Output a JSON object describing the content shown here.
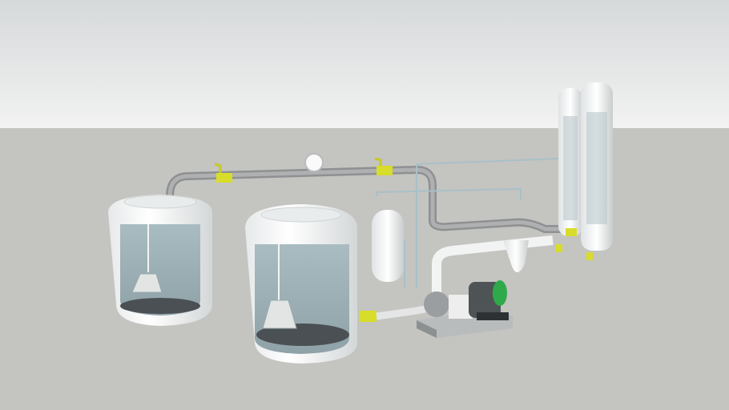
{
  "scene": {
    "colors": {
      "sky_top": "#d6d9da",
      "sky_horizon": "#f2f2f2",
      "ground": "#c4c4c1",
      "tank_shell": "#f4f6f6",
      "tank_glass": "#9fb3b8",
      "pipe": "#9a9c9e",
      "valve": "#d8dc2a",
      "motor": "#555a5c",
      "motor_cap": "#2faa4a"
    },
    "objects": [
      "tank-left",
      "tank-center",
      "overhead-pipe",
      "pressure-gauge",
      "vertical-vessel",
      "pump-motor",
      "filter",
      "column-left",
      "column-right"
    ]
  }
}
